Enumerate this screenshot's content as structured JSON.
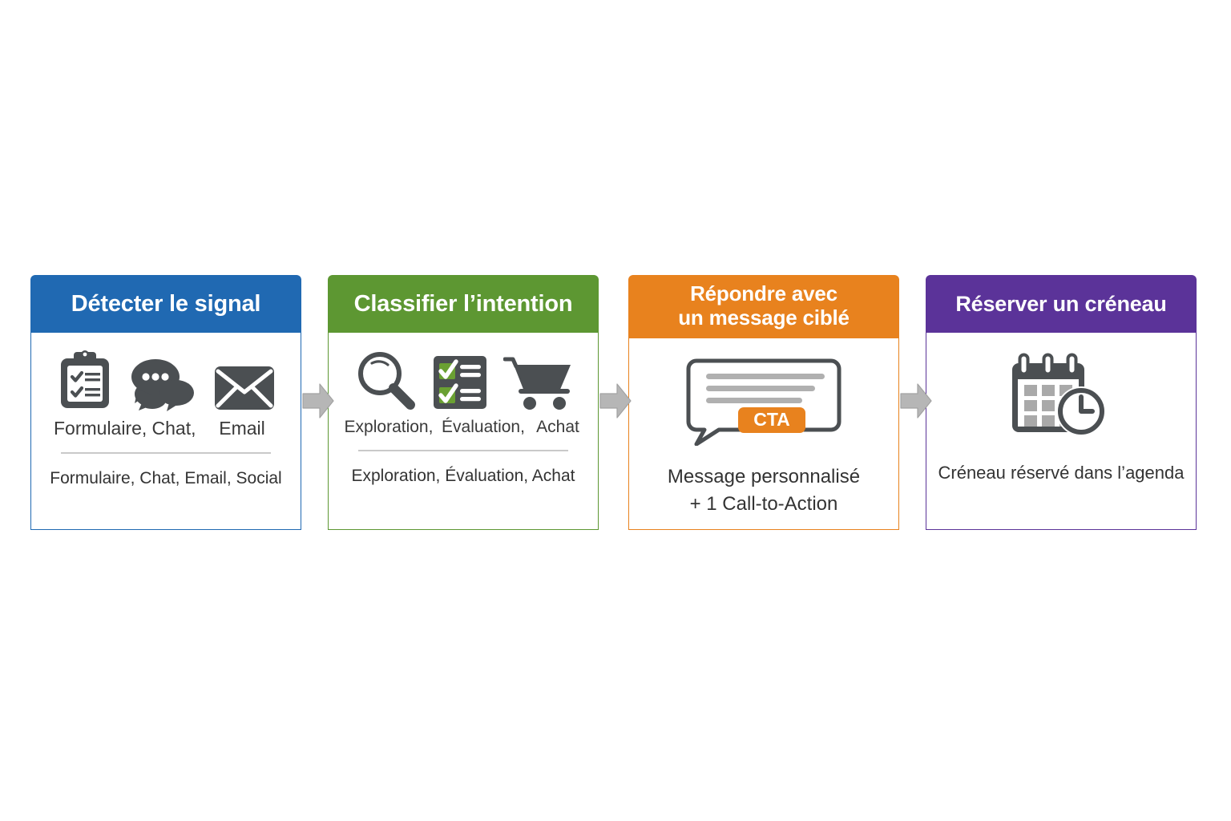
{
  "diagram": {
    "type": "process-flow",
    "orientation": "horizontal",
    "step_count": 4,
    "arrow_icon": "right-arrow-icon",
    "background_color": "#FFFFFF"
  },
  "steps": [
    {
      "id": "detect",
      "title": "Détecter le signal",
      "color": "#2069B2",
      "icons": [
        "clipboard-checklist-icon",
        "chat-bubbles-icon",
        "envelope-icon"
      ],
      "icon_labels": [
        "Formulaire,",
        "Chat,",
        "Email"
      ],
      "footnote": "Formulaire, Chat, Email, Social"
    },
    {
      "id": "classify",
      "title": "Classifier l’intention",
      "color": "#5D9732",
      "icons": [
        "magnifier-icon",
        "checklist-card-icon",
        "shopping-cart-icon"
      ],
      "icon_labels": [
        "Exploration,",
        "Évaluation,",
        "Achat"
      ],
      "footnote": "Exploration, Évaluation, Achat"
    },
    {
      "id": "respond",
      "title_line1": "Répondre avec",
      "title_line2": "un message ciblé",
      "color": "#E8821E",
      "icons": [
        "speech-bubble-message-icon"
      ],
      "cta_label": "CTA",
      "caption_line1": "Message personnalisé",
      "caption_line2": "+ 1 Call-to-Action"
    },
    {
      "id": "book",
      "title": "Réserver un créneau",
      "color": "#5B3399",
      "icons": [
        "calendar-clock-icon"
      ],
      "caption": "Créneau réservé dans l’agenda"
    }
  ]
}
